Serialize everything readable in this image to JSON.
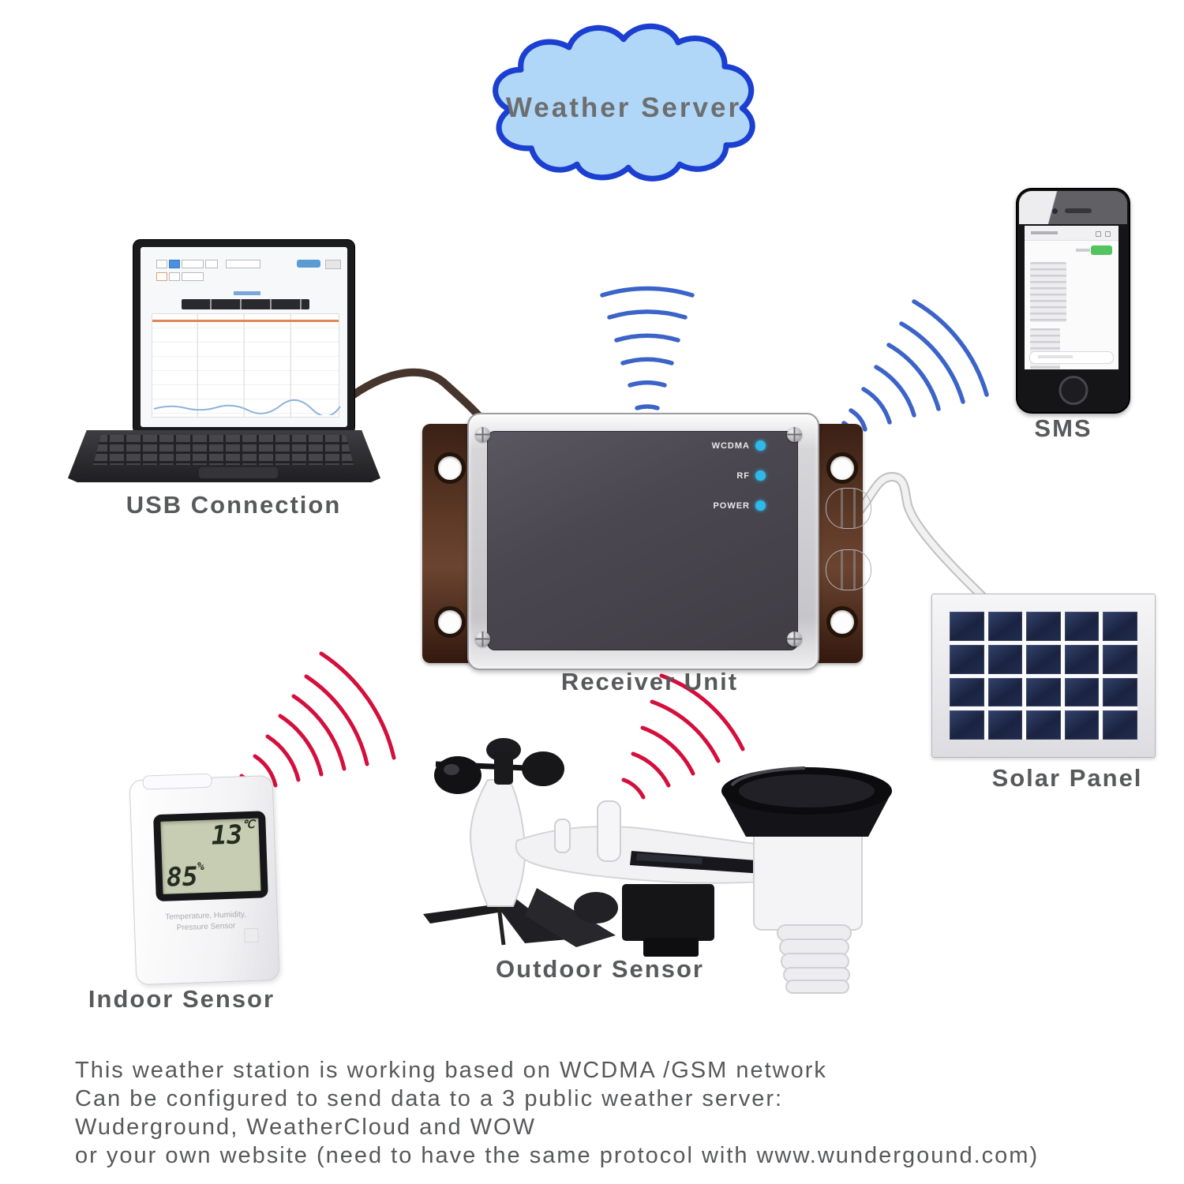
{
  "diagram": {
    "cloud": {
      "label": "Weather Server"
    },
    "usb": {
      "label": "USB Connection"
    },
    "receiver": {
      "label": "Receiver Unit",
      "leds": [
        {
          "label": "WCDMA"
        },
        {
          "label": "RF"
        },
        {
          "label": "POWER"
        }
      ]
    },
    "sms": {
      "label": "SMS"
    },
    "solar": {
      "label": "Solar Panel",
      "grid": {
        "cols": 5,
        "rows": 4
      }
    },
    "indoor": {
      "label": "Indoor Sensor",
      "lcd": {
        "temperature": "13",
        "temperature_unit": "℃",
        "humidity": "85",
        "humidity_unit": "%"
      },
      "caption": [
        "Temperature, Humidity,",
        "Pressure Sensor"
      ]
    },
    "outdoor": {
      "label": "Outdoor Sensor"
    },
    "footer": [
      "This weather station is working based on WCDMA /GSM network",
      "Can be configured to send data to a 3 public weather server:",
      "Wuderground, WeatherCloud and WOW",
      "or your own website (need to have the same protocol with www.wundergound.com)"
    ],
    "colors": {
      "signal_blue": "#3c64c8",
      "signal_red": "#d40f3c",
      "cloud_fill": "#b0d7f7",
      "cloud_border": "#1b3fd0",
      "led_cyan": "#2fb9e8",
      "label_gray": "#58595b"
    }
  }
}
